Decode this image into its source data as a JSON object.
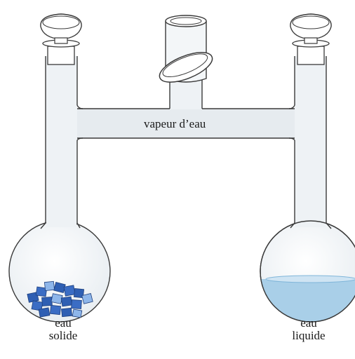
{
  "labels": {
    "vapour": "vapeur d’eau",
    "left_flask": [
      "eau",
      "solide"
    ],
    "right_flask": [
      "eau",
      "liquide"
    ]
  },
  "colors": {
    "glass_stroke": "#3a3a3a",
    "glass_fill": "#eef2f5",
    "vapour_fill": "#e6ebef",
    "stopper_fill": "#ffffff",
    "water_fill": "#a9cfe8",
    "water_surface": "#7fb5d9",
    "ice_fill": "#2f5fb3",
    "ice_light": "#8eb6ea",
    "text": "#1a1a1a"
  },
  "icons": {
    "left_content": "ice-cubes-icon",
    "right_content": "water-liquid-icon"
  }
}
